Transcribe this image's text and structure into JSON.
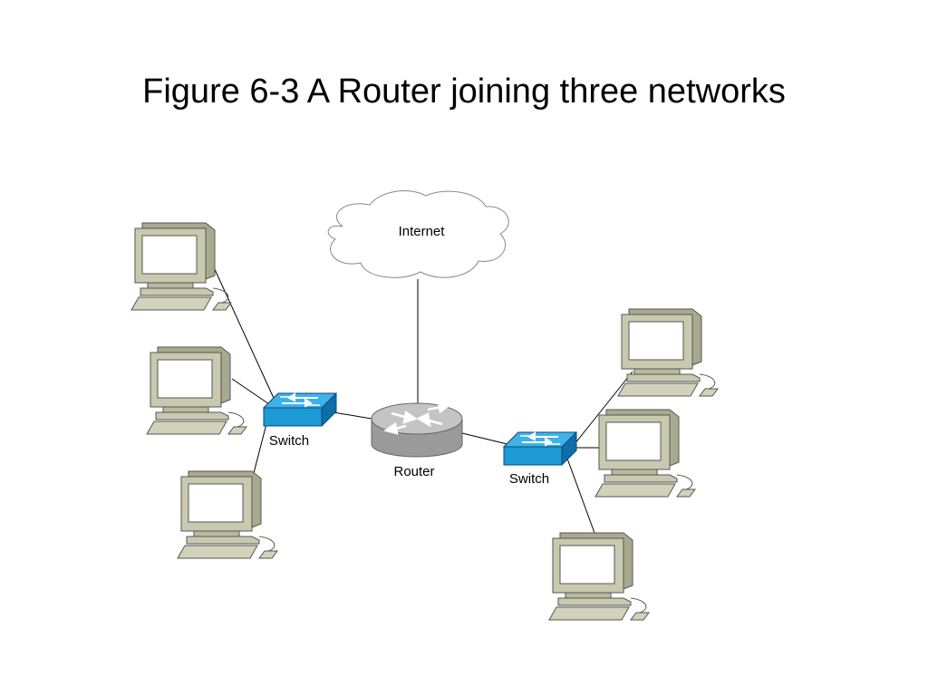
{
  "title": "Figure 6-3 A Router joining three networks",
  "nodes": {
    "internet": {
      "label": "Internet"
    },
    "router": {
      "label": "Router"
    },
    "switch_left": {
      "label": "Switch"
    },
    "switch_right": {
      "label": "Switch"
    }
  },
  "colors": {
    "switch": "#1e9ad6",
    "router": "#a8a8a8",
    "computer": "#c9c9b0",
    "screen": "#ffffff",
    "cloud": "#ffffff"
  }
}
